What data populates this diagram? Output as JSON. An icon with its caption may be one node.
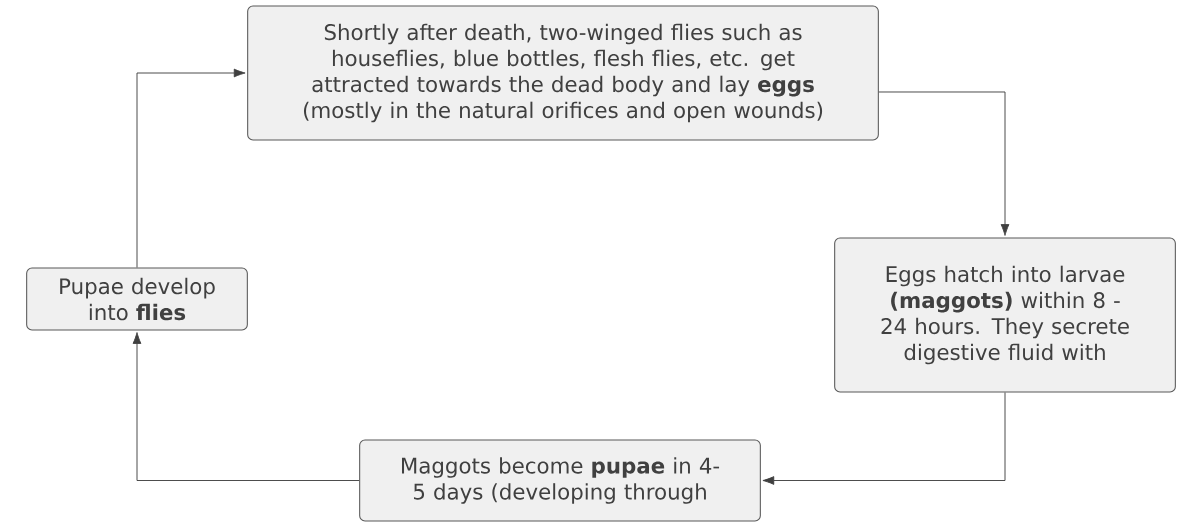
{
  "diagram": {
    "nodes": [
      {
        "text": [
          "Shortly after death, two-winged flies such as houseflies, blue bottles, flesh flies, etc. get attracted towards the dead body and lay **eggs** (mostly in the natural orifices and open wounds)"
        ]
      },
      {
        "text": [
          "Eggs hatch into larvae **(maggots)** within 8 -24 hours. They secrete digestive fluid with"
        ]
      },
      {
        "text": [
          "Maggots become **pupae** in 4-5 days (developing through"
        ]
      },
      {
        "text": [
          "Pupae develop into **flies**"
        ]
      }
    ],
    "edges": [
      {
        "from": 0,
        "to": 1,
        "arrow": "to"
      },
      {
        "from": 1,
        "to": 2,
        "arrow": "to"
      },
      {
        "from": 2,
        "to": 3,
        "arrow": "to"
      },
      {
        "from": 3,
        "to": 0,
        "arrow": "to"
      }
    ]
  }
}
